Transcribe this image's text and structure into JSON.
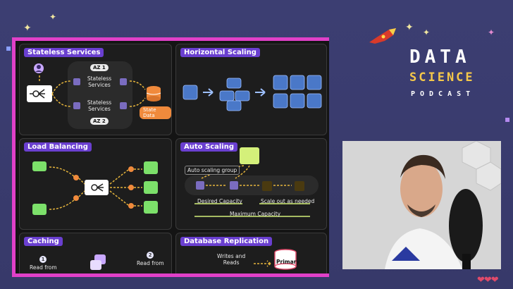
{
  "brand": {
    "line1": "DATA",
    "line2": "SCIENCE",
    "line3": "PODCAST"
  },
  "colors": {
    "background": "#3b3d70",
    "frame": "#e040c8",
    "title_badge": "#6a3fd0",
    "arrow": "#e5b43c",
    "accent_green": "#b8f07a",
    "storage_blue": "#4a78c8",
    "state_orange": "#f08a3c"
  },
  "panels": {
    "stateless": {
      "title": "Stateless Services",
      "az1": "AZ 1",
      "az2": "AZ 2",
      "svc1": "Stateless\nServices",
      "svc2": "Stateless\nServices",
      "state": "State Data"
    },
    "horizontal": {
      "title": "Horizontal Scaling"
    },
    "load_balancing": {
      "title": "Load Balancing"
    },
    "auto_scaling": {
      "title": "Auto Scaling",
      "group": "Auto scaling group",
      "desired": "Desired Capacity",
      "scale_out": "Scale out as needed",
      "maximum": "Maximum Capacity"
    },
    "caching": {
      "title": "Caching",
      "step1": "1",
      "step1_label": "Read from",
      "step2": "2",
      "step2_label": "Read from"
    },
    "replication": {
      "title": "Database Replication",
      "writes": "Writes and\nReads",
      "primary": "Primary"
    }
  },
  "icons": [
    "user-icon",
    "load-balancer-icon",
    "chip-icon",
    "database-icon",
    "server-icon",
    "rocket-icon",
    "heart-icon"
  ]
}
